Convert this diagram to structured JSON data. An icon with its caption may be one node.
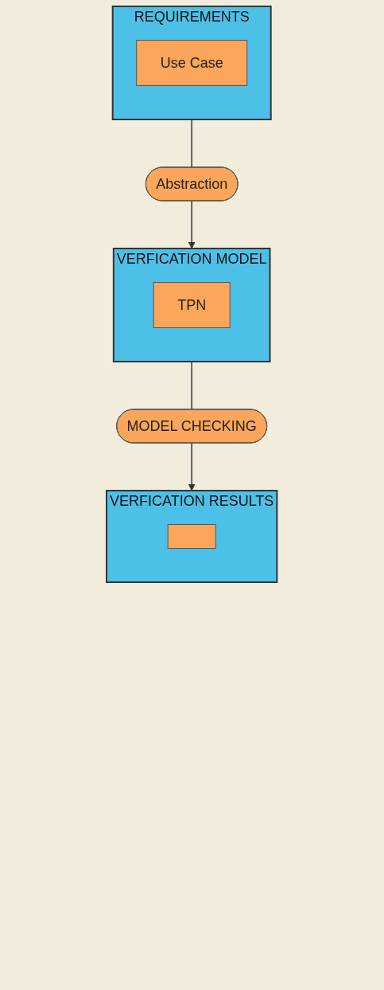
{
  "diagram": {
    "nodes": [
      {
        "text": [
          "REQUIREMENTS"
        ]
      },
      {
        "text": [
          "Use Case"
        ],
        "in": 0
      },
      {
        "text": [
          "Abstraction"
        ]
      },
      {
        "text": [
          "VERFICATION MODEL"
        ]
      },
      {
        "text": [
          "TPN"
        ],
        "in": 3
      },
      {
        "text": [
          "MODEL CHECKING"
        ]
      },
      {
        "text": [
          "VERFICATION RESULTS"
        ]
      },
      {
        "text": [],
        "shape": "box",
        "in": 6
      }
    ],
    "edges": [
      {
        "from": 0,
        "to": 2,
        "arrow": "none"
      },
      {
        "from": 2,
        "to": 3,
        "arrow": "to"
      },
      {
        "from": 3,
        "to": 5,
        "arrow": "none"
      },
      {
        "from": 5,
        "to": 6,
        "arrow": "to"
      }
    ]
  }
}
